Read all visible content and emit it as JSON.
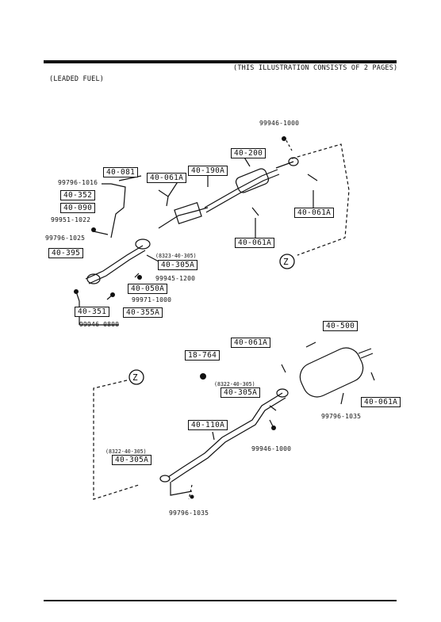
{
  "header": {
    "pages_note": "(THIS ILLUSTRATION CONSISTS OF  2 PAGES)",
    "fuel_note": "(LEADED FUEL)"
  },
  "upper": {
    "parts": {
      "p_40_081": "40-081",
      "p_40_352": "40-352",
      "p_40_090": "40-090",
      "p_40_395": "40-395",
      "p_40_061A_left": "40-061A",
      "p_40_190A": "40-190A",
      "p_40_200": "40-200",
      "p_40_061A_right": "40-061A",
      "p_40_061A_mid": "40-061A",
      "p_40_305A": "40-305A",
      "p_40_050A": "40-050A",
      "p_40_351": "40-351",
      "p_40_355A": "40-355A"
    },
    "numbers": {
      "n_99946_1000": "99946-1000",
      "n_99796_1016": "99796-1016",
      "n_99951_1022": "99951-1022",
      "n_99796_1025": "99796-1025",
      "n_99945_1200": "99945-1200",
      "n_99971_1000": "99971-1000",
      "n_99946_0800": "99946-0800"
    },
    "ref_note": "(8323-40-305)",
    "z_marker": "Z"
  },
  "lower": {
    "parts": {
      "p_40_500": "40-500",
      "p_40_061A_top": "40-061A",
      "p_18_764": "18-764",
      "p_40_305A_mid": "40-305A",
      "p_40_061A_side": "40-061A",
      "p_40_110A": "40-110A",
      "p_40_305A_low": "40-305A"
    },
    "numbers": {
      "n_99796_1035_a": "99796-1035",
      "n_99946_1000": "99946-1000",
      "n_99796_1035_b": "99796-1035"
    },
    "ref_note_mid": "(8322-40-305)",
    "ref_note_low": "(8322-40-305)",
    "z_marker": "Z"
  }
}
